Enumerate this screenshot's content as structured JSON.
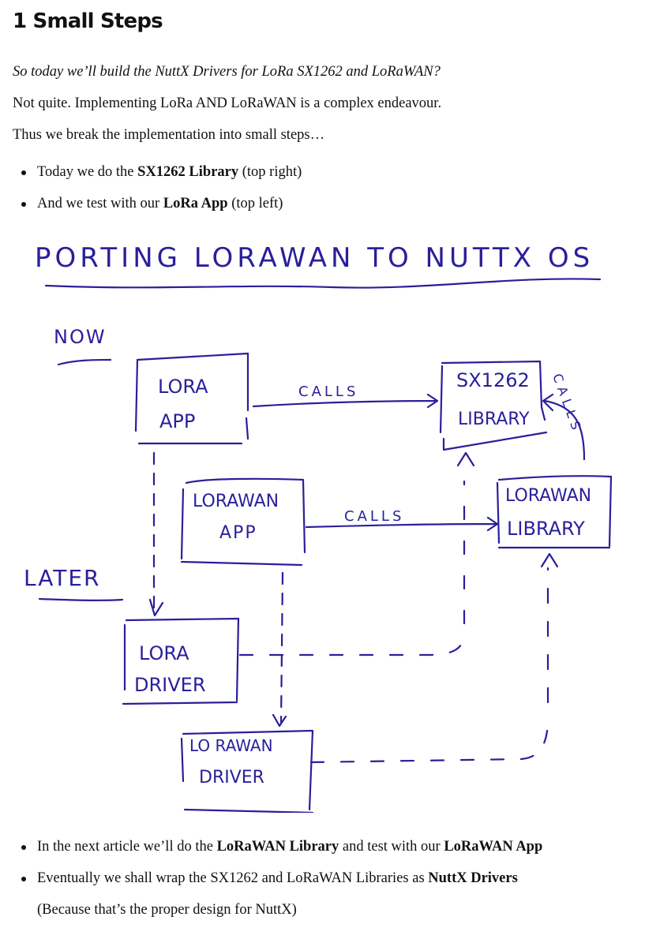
{
  "section": {
    "heading": "1 Small Steps"
  },
  "intro": {
    "question": "So today we’ll build the NuttX Drivers for LoRa SX1262 and LoRaWAN?",
    "answer": "Not quite. Implementing LoRa AND LoRaWAN is a complex endeavour.",
    "steps_intro": "Thus we break the implementation into small steps…"
  },
  "list_top": [
    {
      "before": "Today we do the ",
      "bold": "SX1262 Library",
      "after": " (top right)"
    },
    {
      "before": "And we test with our ",
      "bold": "LoRa App",
      "after": " (top left)"
    }
  ],
  "diagram": {
    "title": "PORTING LORAWAN TO NUTTX OS",
    "ink_color": "#2a1f9a",
    "labels": {
      "now": "NOW",
      "later": "LATER",
      "calls_top": "CALLS",
      "calls_mid": "CALLS",
      "calls_curve": "CALLS"
    },
    "boxes": {
      "lora_app": [
        "LORA",
        "APP"
      ],
      "sx1262_library": [
        "SX1262",
        "LIBRARY"
      ],
      "lorawan_app": [
        "LORAWAN",
        "APP"
      ],
      "lorawan_library": [
        "LORAWAN",
        "LIBRARY"
      ],
      "lora_driver": [
        "LORA",
        "DRIVER"
      ],
      "lorawan_driver": [
        "LO RAWAN",
        "DRIVER"
      ]
    }
  },
  "list_bottom": [
    {
      "before": "In the next article we’ll do the ",
      "bold": "LoRaWAN Library",
      "middle": " and test with our ",
      "bold2": "LoRaWAN App"
    },
    {
      "before": "Eventually we shall wrap the SX1262 and LoRaWAN Libraries as ",
      "bold": "NuttX Drivers"
    }
  ],
  "footnote": "(Because that’s the proper design for NuttX)"
}
